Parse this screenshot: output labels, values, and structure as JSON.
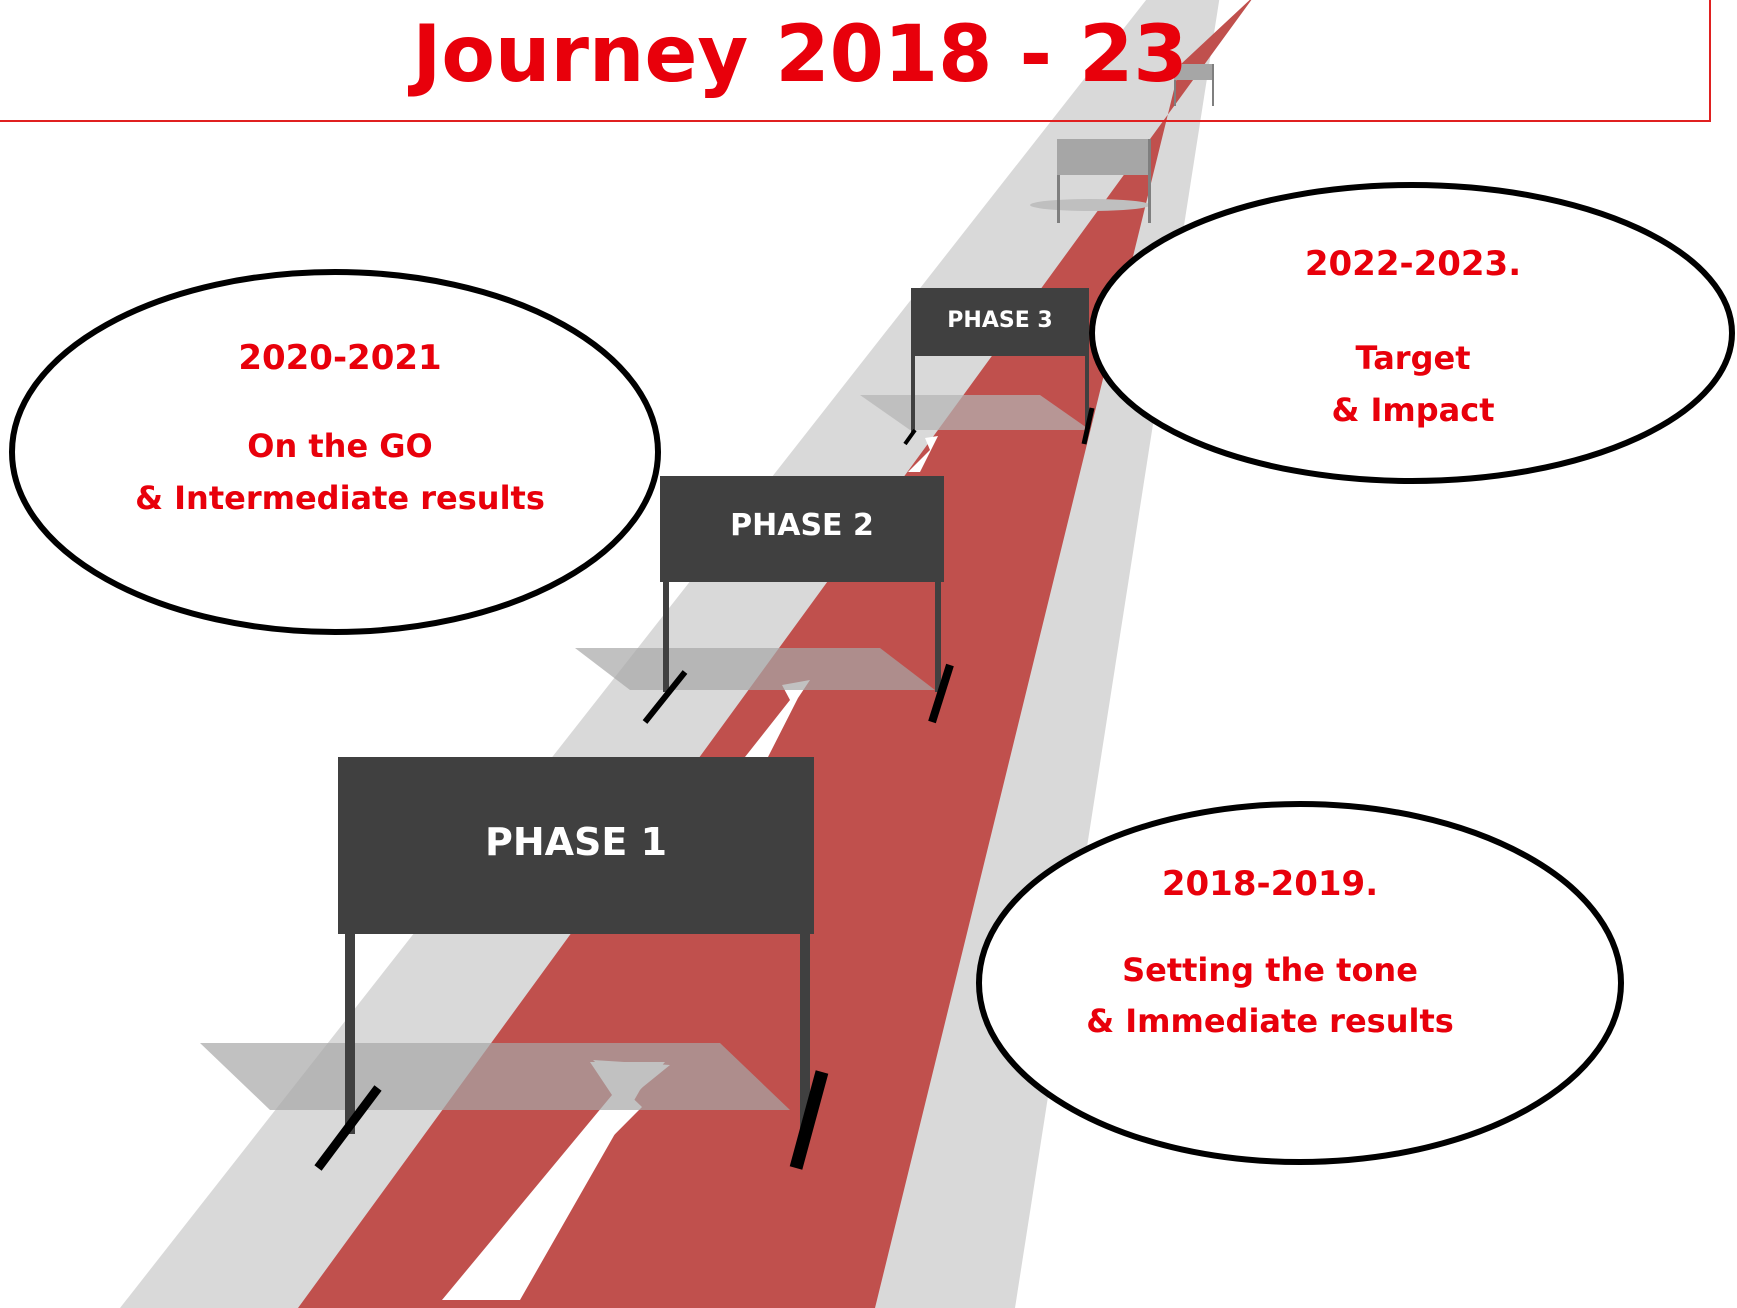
{
  "title": "Journey 2018 - 23",
  "colors": {
    "accent": "#e8000b",
    "track": "#c0504d",
    "lane": "#d9d9d9",
    "sign": "#404040",
    "distant_sign": "#a6a6a6"
  },
  "phases": [
    {
      "label": "PHASE 1"
    },
    {
      "label": "PHASE 2"
    },
    {
      "label": "PHASE 3"
    }
  ],
  "bubbles": [
    {
      "years": "2018-2019.",
      "line1": "Setting the tone",
      "line2": "& Immediate results"
    },
    {
      "years": "2020-2021",
      "line1": "On the GO",
      "line2": "& Intermediate results"
    },
    {
      "years": "2022-2023.",
      "line1": "Target",
      "line2": "& Impact"
    }
  ]
}
